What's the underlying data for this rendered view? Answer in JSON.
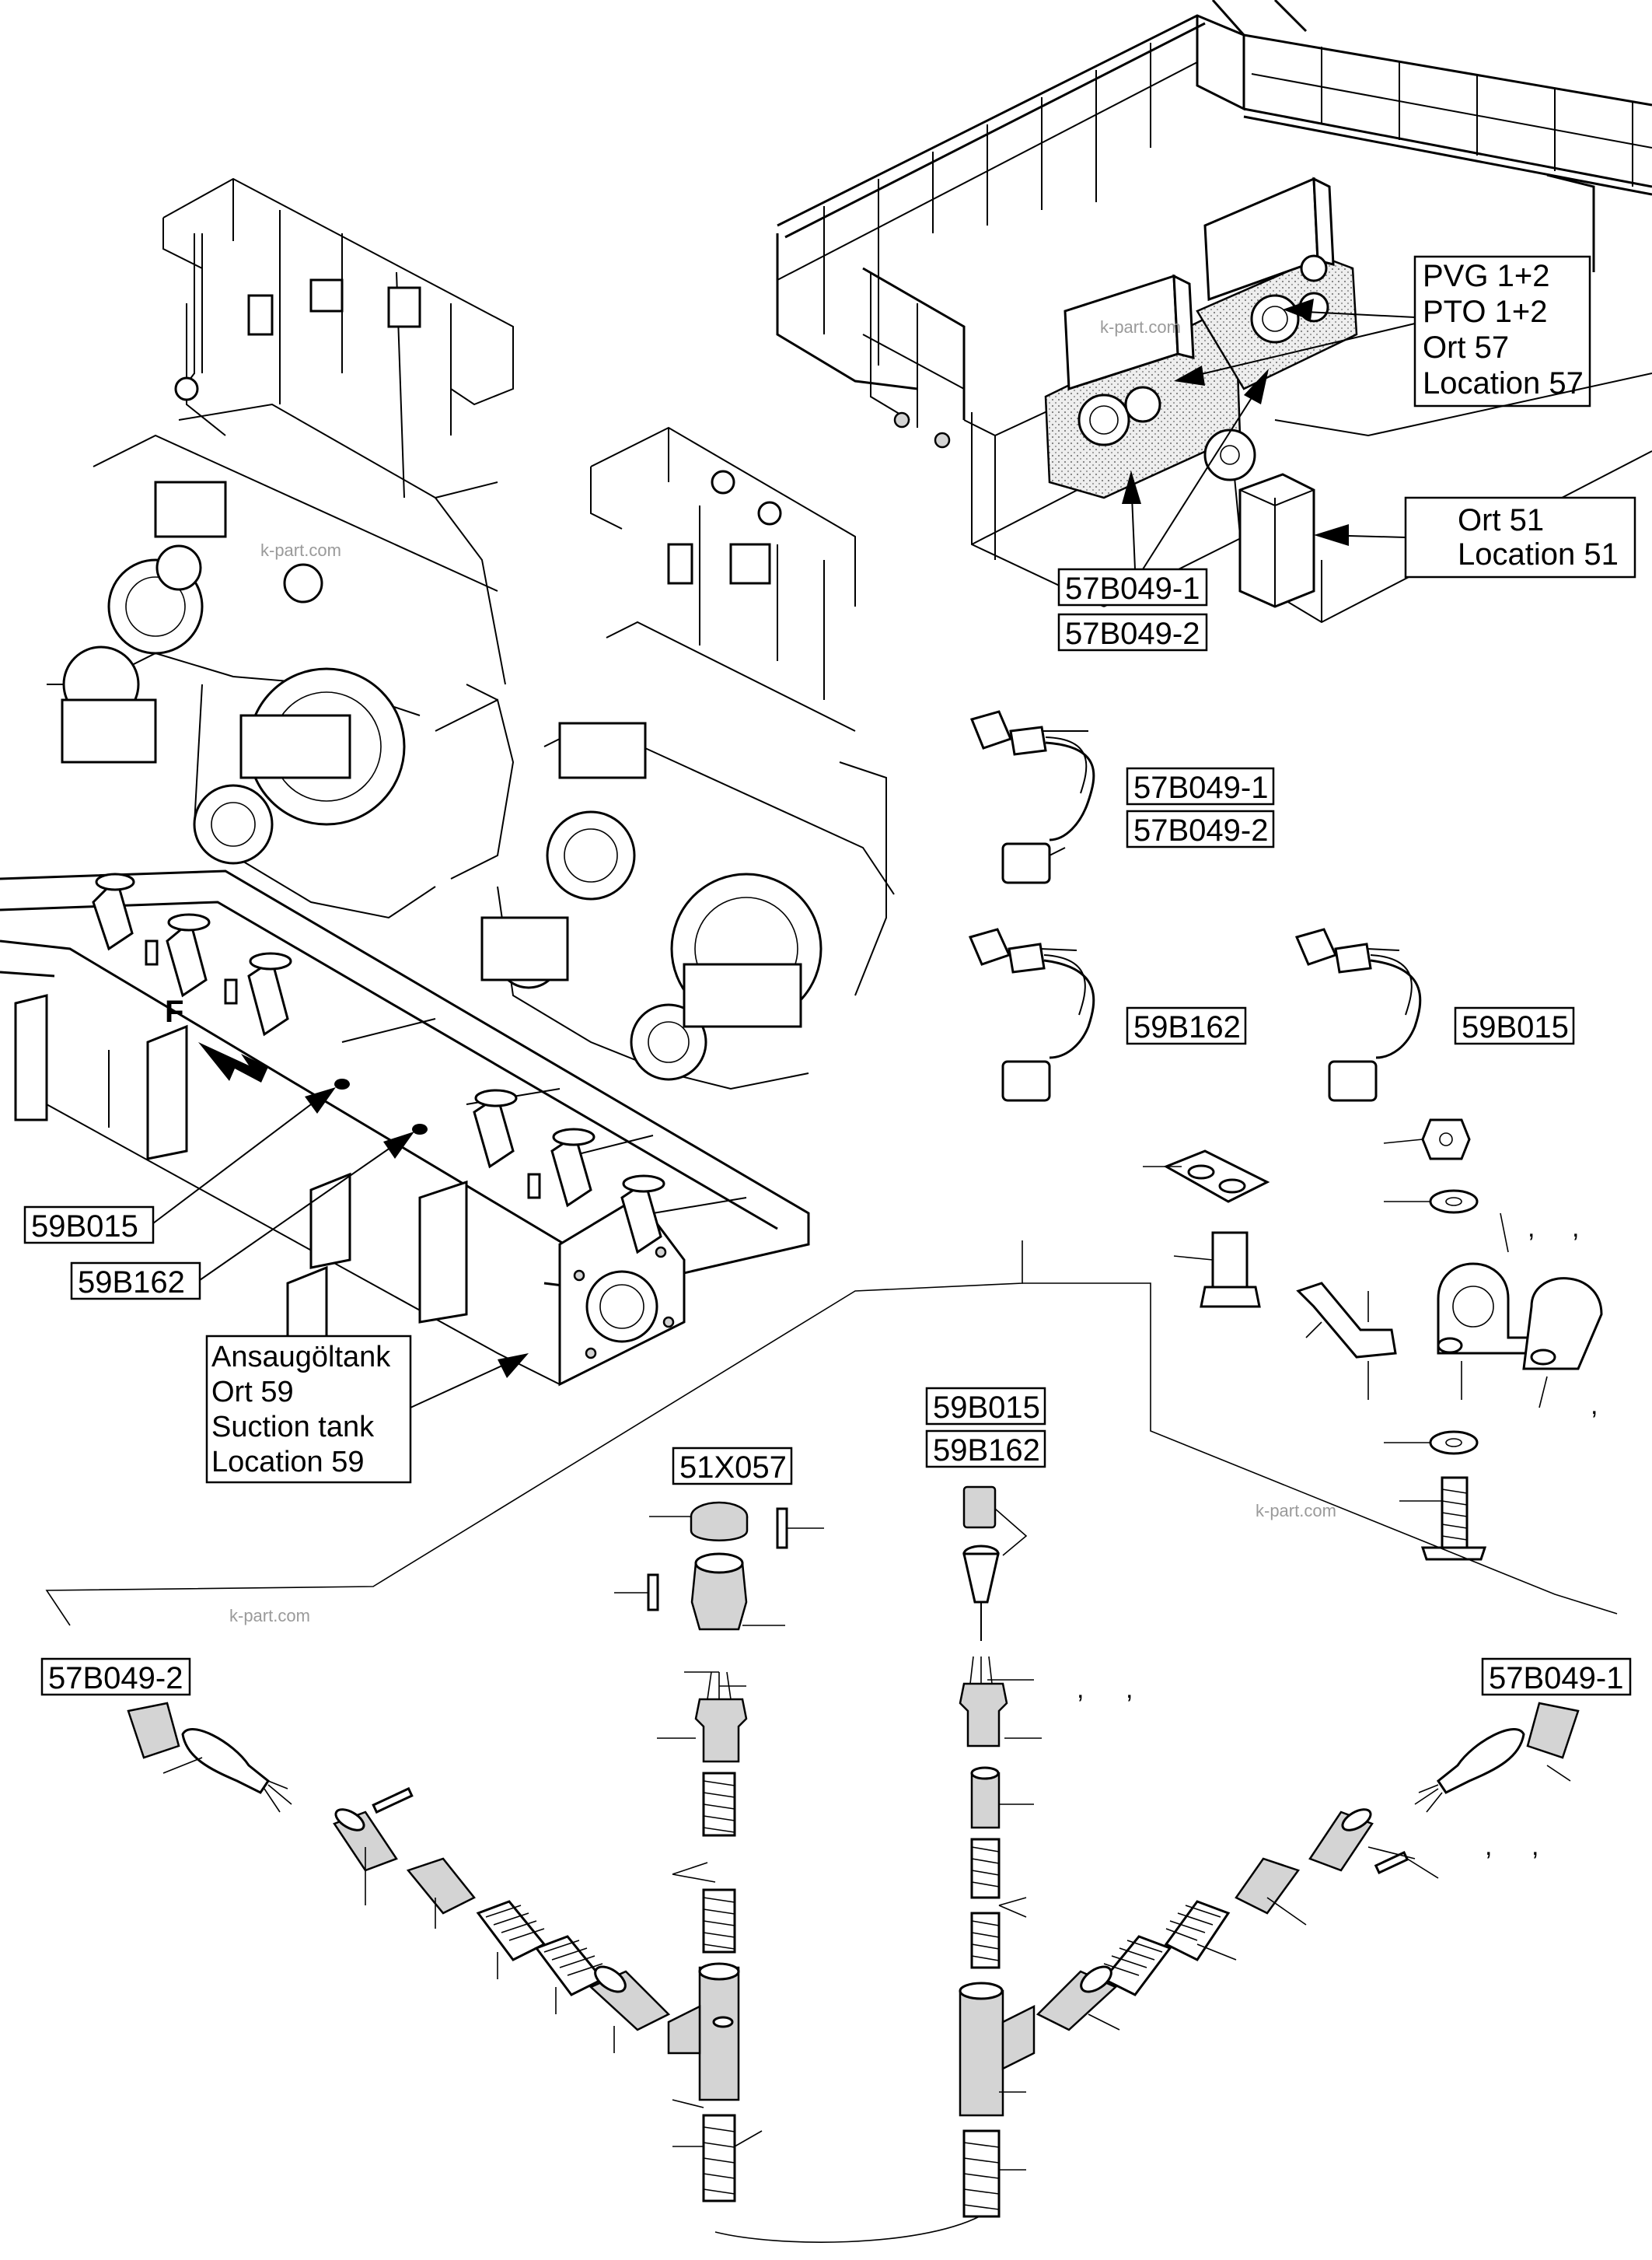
{
  "labels": {
    "pvg": "PVG 1+2",
    "pto": "PTO 1+2",
    "ort57": "Ort 57",
    "loc57": "Location 57",
    "ort51": "Ort 51",
    "loc51": "Location 51",
    "top_57b049_1": "57B049-1",
    "top_57b049_2": "57B049-2",
    "sensor_57b049_1": "57B049-1",
    "sensor_57b049_2": "57B049-2",
    "sensor_59b162": "59B162",
    "sensor_59b015": "59B015",
    "frame_59b015": "59B015",
    "frame_59b162": "59B162",
    "tank_de": "Ansaugöltank",
    "tank_ort": "Ort 59",
    "tank_en": "Suction tank",
    "tank_loc": "Location 59",
    "conn_51x057": "51X057",
    "conn_59b015": "59B015",
    "conn_59b162": "59B162",
    "left_57b049_2": "57B049-2",
    "right_57b049_1": "57B049-1",
    "direction_f": "F"
  },
  "watermarks": {
    "wm1": "k-part.com",
    "wm2": "k-part.com",
    "wm3": "k-part.com",
    "wm4": "k-part.com"
  },
  "commas": {
    "c1": ",",
    "c2": ",",
    "c3": ",",
    "c4": ",",
    "c5": ",",
    "c6": ",",
    "c7": ","
  },
  "colors": {
    "line": "#000000",
    "background": "#ffffff",
    "shade": "#d4d4d4"
  }
}
